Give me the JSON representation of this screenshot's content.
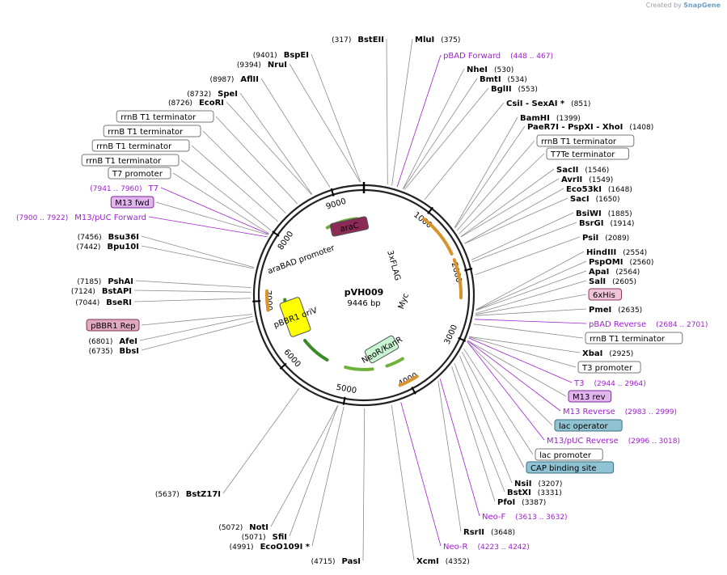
{
  "credit": {
    "prefix": "Created by",
    "brand": "SnapGene"
  },
  "plasmid": {
    "name": "pVH009",
    "size_label": "9446 bp",
    "length": 9446
  },
  "ticks": [
    "1000",
    "2000",
    "3000",
    "4000",
    "5000",
    "6000",
    "7000",
    "8000",
    "9000"
  ],
  "features_on_map": [
    {
      "label": "araC",
      "color": "#8b2a55"
    },
    {
      "label": "araBAD promoter",
      "color": "#ffffff"
    },
    {
      "label": "3xFLAG",
      "color": "#c48aa3"
    },
    {
      "label": "Myc",
      "color": "#dddddd"
    },
    {
      "label": "NeoR/KanR",
      "color": "#c8f5d2"
    },
    {
      "label": "pBBR1 oriV",
      "color": "#ffff00"
    }
  ],
  "labels": [
    {
      "kind": "enzyme",
      "name": "BstEII",
      "pos": "(317)"
    },
    {
      "kind": "enzyme",
      "name": "MluI",
      "pos": "(375)"
    },
    {
      "kind": "primer",
      "name": "pBAD Forward",
      "pos": "(448 .. 467)"
    },
    {
      "kind": "enzyme",
      "name": "NheI",
      "pos": "(530)"
    },
    {
      "kind": "enzyme",
      "name": "BmtI",
      "pos": "(534)"
    },
    {
      "kind": "enzyme",
      "name": "BglII",
      "pos": "(553)"
    },
    {
      "kind": "enzyme",
      "name": "CsiI  - SexAI *",
      "pos": "(851)"
    },
    {
      "kind": "enzyme",
      "name": "BamHI",
      "pos": "(1399)"
    },
    {
      "kind": "enzyme",
      "name": "PaeR7I  - PspXI  - XhoI",
      "pos": "(1408)"
    },
    {
      "kind": "feature",
      "name": "rrnB T1 terminator",
      "style": "plain"
    },
    {
      "kind": "feature",
      "name": "T7Te terminator",
      "style": "plain"
    },
    {
      "kind": "enzyme",
      "name": "SacII",
      "pos": "(1546)"
    },
    {
      "kind": "enzyme",
      "name": "AvrII",
      "pos": "(1549)"
    },
    {
      "kind": "enzyme",
      "name": "Eco53kI",
      "pos": "(1648)"
    },
    {
      "kind": "enzyme",
      "name": "SacI",
      "pos": "(1650)"
    },
    {
      "kind": "enzyme",
      "name": "BsiWI",
      "pos": "(1885)"
    },
    {
      "kind": "enzyme",
      "name": "BsrGI",
      "pos": "(1914)"
    },
    {
      "kind": "enzyme",
      "name": "PsiI",
      "pos": "(2089)"
    },
    {
      "kind": "enzyme",
      "name": "HindIII",
      "pos": "(2554)"
    },
    {
      "kind": "enzyme",
      "name": "PspOMI",
      "pos": "(2560)"
    },
    {
      "kind": "enzyme",
      "name": "ApaI",
      "pos": "(2564)"
    },
    {
      "kind": "enzyme",
      "name": "SalI",
      "pos": "(2605)"
    },
    {
      "kind": "feature",
      "name": "6xHis",
      "style": "pink"
    },
    {
      "kind": "enzyme",
      "name": "PmeI",
      "pos": "(2635)"
    },
    {
      "kind": "primer",
      "name": "pBAD Reverse",
      "pos": "(2684 .. 2701)"
    },
    {
      "kind": "feature",
      "name": "rrnB T1 terminator",
      "style": "plain"
    },
    {
      "kind": "enzyme",
      "name": "XbaI",
      "pos": "(2925)"
    },
    {
      "kind": "feature",
      "name": "T3 promoter",
      "style": "plain"
    },
    {
      "kind": "primer",
      "name": "T3",
      "pos": "(2944 .. 2964)"
    },
    {
      "kind": "feature",
      "name": "M13 rev",
      "style": "purple"
    },
    {
      "kind": "primer",
      "name": "M13 Reverse",
      "pos": "(2983 .. 2999)"
    },
    {
      "kind": "feature",
      "name": "lac operator",
      "style": "teal"
    },
    {
      "kind": "primer",
      "name": "M13/pUC Reverse",
      "pos": "(2996 .. 3018)"
    },
    {
      "kind": "feature",
      "name": "lac promoter",
      "style": "plain"
    },
    {
      "kind": "feature",
      "name": "CAP binding site",
      "style": "teal"
    },
    {
      "kind": "enzyme",
      "name": "NsiI",
      "pos": "(3207)"
    },
    {
      "kind": "enzyme",
      "name": "BstXI",
      "pos": "(3331)"
    },
    {
      "kind": "enzyme",
      "name": "PfoI",
      "pos": "(3387)"
    },
    {
      "kind": "primer",
      "name": "Neo-F",
      "pos": "(3613 .. 3632)"
    },
    {
      "kind": "enzyme",
      "name": "RsrII",
      "pos": "(3648)"
    },
    {
      "kind": "primer",
      "name": "Neo-R",
      "pos": "(4223 .. 4242)"
    },
    {
      "kind": "enzyme",
      "name": "XcmI",
      "pos": "(4352)"
    },
    {
      "kind": "enzyme",
      "name": "PasI",
      "pos": "(4715)"
    },
    {
      "kind": "enzyme",
      "name": "EcoO109I *",
      "pos": "(4991)"
    },
    {
      "kind": "enzyme",
      "name": "SfiI",
      "pos": "(5071)"
    },
    {
      "kind": "enzyme",
      "name": "NotI",
      "pos": "(5072)"
    },
    {
      "kind": "enzyme",
      "name": "BstZ17I",
      "pos": "(5637)"
    },
    {
      "kind": "enzyme",
      "name": "BbsI",
      "pos": "(6735)"
    },
    {
      "kind": "enzyme",
      "name": "AfeI",
      "pos": "(6801)"
    },
    {
      "kind": "feature",
      "name": "pBBR1 Rep",
      "style": "rose"
    },
    {
      "kind": "enzyme",
      "name": "BseRI",
      "pos": "(7044)"
    },
    {
      "kind": "enzyme",
      "name": "BstAPI",
      "pos": "(7124)"
    },
    {
      "kind": "enzyme",
      "name": "PshAI",
      "pos": "(7185)"
    },
    {
      "kind": "enzyme",
      "name": "Bpu10I",
      "pos": "(7442)"
    },
    {
      "kind": "enzyme",
      "name": "Bsu36I",
      "pos": "(7456)"
    },
    {
      "kind": "primer",
      "name": "M13/pUC Forward",
      "pos": "(7900 .. 7922)"
    },
    {
      "kind": "feature",
      "name": "M13 fwd",
      "style": "purple"
    },
    {
      "kind": "primer",
      "name": "T7",
      "pos": "(7941 .. 7960)"
    },
    {
      "kind": "feature",
      "name": "T7 promoter",
      "style": "plain"
    },
    {
      "kind": "feature",
      "name": "rrnB T1 terminator",
      "style": "plain"
    },
    {
      "kind": "feature",
      "name": "rrnB T1 terminator",
      "style": "plain"
    },
    {
      "kind": "feature",
      "name": "rrnB T1 terminator",
      "style": "plain"
    },
    {
      "kind": "feature",
      "name": "rrnB T1 terminator",
      "style": "plain"
    },
    {
      "kind": "enzyme",
      "name": "EcoRI",
      "pos": "(8726)"
    },
    {
      "kind": "enzyme",
      "name": "SpeI",
      "pos": "(8732)"
    },
    {
      "kind": "enzyme",
      "name": "AflII",
      "pos": "(8987)"
    },
    {
      "kind": "enzyme",
      "name": "NruI",
      "pos": "(9394)"
    },
    {
      "kind": "enzyme",
      "name": "BspEI",
      "pos": "(9401)"
    }
  ]
}
